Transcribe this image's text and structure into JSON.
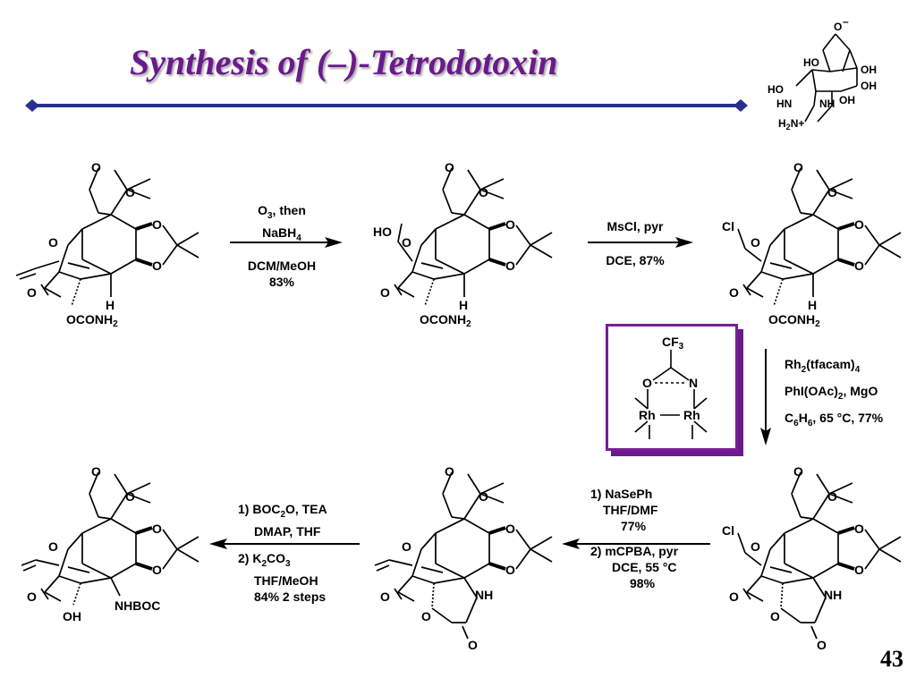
{
  "title": "Synthesis of (–)-Tetrodotoxin",
  "colors": {
    "title": "#6a1a8c",
    "rule": "#2a2f8f",
    "box": "#7a1f95"
  },
  "page_number": "43",
  "ttx_labels": {
    "o_minus": "O",
    "minus": "–",
    "ho1": "HO",
    "oh1": "OH",
    "oh2": "OH",
    "ho2": "HO",
    "hn": "HN",
    "nh": "NH",
    "oh3": "OH",
    "h2n": "H",
    "sub2": "2",
    "nplus": "N+"
  },
  "steps": {
    "s1": {
      "l1a": "O",
      "l1b": "3",
      "l1c": ", then",
      "l2a": "NaBH",
      "l2b": "4",
      "l3": "DCM/MeOH",
      "l4": "83%"
    },
    "s2": {
      "l1": "MsCl, pyr",
      "l2": "DCE, 87%"
    },
    "s3": {
      "l1a": "Rh",
      "l1b": "2",
      "l1c": "(tfacam)",
      "l1d": "4",
      "l2a": "PhI(OAc)",
      "l2b": "2",
      "l2c": ", MgO",
      "l3a": "C",
      "l3b": "6",
      "l3c": "H",
      "l3d": "6",
      "l3e": ", 65 °C, 77%"
    },
    "s4": {
      "l1": "1) NaSePh",
      "l2": "THF/DMF",
      "l3": "77%",
      "l4": "2)  mCPBA, pyr",
      "l5": "DCE, 55 °C",
      "l6": "98%"
    },
    "s5": {
      "l1a": "1) BOC",
      "l1b": "2",
      "l1c": "O, TEA",
      "l2": "DMAP, THF",
      "l3a": "2) K",
      "l3b": "2",
      "l3c": "CO",
      "l3d": "3",
      "l4": "THF/MeOH",
      "l5": "84% 2 steps"
    }
  },
  "catalyst": {
    "cf": "CF",
    "cf_sub": "3",
    "o": "O",
    "n": "N",
    "rh1": "Rh",
    "rh2": "Rh"
  },
  "molecules": {
    "m1": {
      "o_ketal1": "O",
      "o_ketal2": "O",
      "o_ac1": "O",
      "o_ac2": "O",
      "o_ring": "O",
      "o_ketone": "O",
      "h": "H",
      "sub": "OCONH",
      "sub2": "2"
    },
    "m2": {
      "o_ketal1": "O",
      "o_ketal2": "O",
      "o_ac1": "O",
      "o_ac2": "O",
      "o_ring": "O",
      "o_ketone": "O",
      "h": "H",
      "ho": "HO",
      "sub": "OCONH",
      "sub2": "2"
    },
    "m3": {
      "o_ketal1": "O",
      "o_ketal2": "O",
      "o_ac1": "O",
      "o_ac2": "O",
      "o_ring": "O",
      "o_ketone": "O",
      "h": "H",
      "cl": "Cl",
      "sub": "OCONH",
      "sub2": "2"
    },
    "m4": {
      "o_ketal1": "O",
      "o_ketal2": "O",
      "o_ac1": "O",
      "o_ac2": "O",
      "o_ring": "O",
      "o_ketone": "O",
      "cl": "Cl",
      "nh": "NH",
      "o_carb1": "O",
      "o_carb2": "O"
    },
    "m5": {
      "o_ketal1": "O",
      "o_ketal2": "O",
      "o_ac1": "O",
      "o_ac2": "O",
      "o_ring": "O",
      "o_ketone": "O",
      "nh": "NH",
      "o_carb1": "O",
      "o_carb2": "O"
    },
    "m6": {
      "o_ketal1": "O",
      "o_ketal2": "O",
      "o_ac1": "O",
      "o_ac2": "O",
      "o_ring": "O",
      "o_ketone": "O",
      "nhboc": "NHBOC",
      "oh": "OH"
    }
  }
}
